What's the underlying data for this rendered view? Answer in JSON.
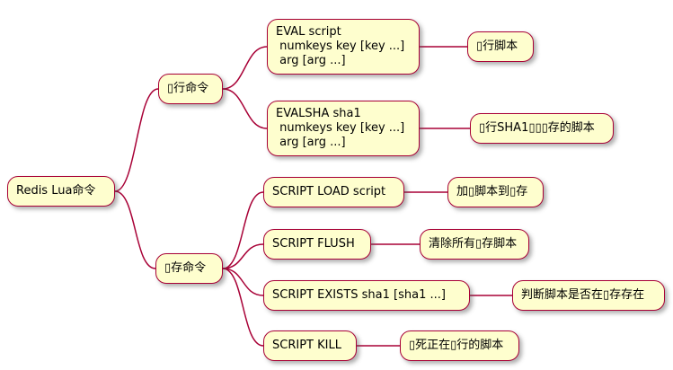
{
  "colors": {
    "node_fill": "#FEFECE",
    "node_border": "#A80036",
    "edge": "#A80036",
    "background": "#FFFFFF"
  },
  "diagram": {
    "type": "mindmap",
    "root": {
      "label": "Redis Lua命令"
    },
    "branches": [
      {
        "label": "▯行命令",
        "children": [
          {
            "command": "EVAL script\n numkeys key [key ...]\n arg [arg ...]",
            "description": "▯行脚本"
          },
          {
            "command": "EVALSHA sha1\n numkeys key [key ...]\n arg [arg ...]",
            "description": "▯行SHA1▯▯▯存的脚本"
          }
        ]
      },
      {
        "label": "▯存命令",
        "children": [
          {
            "command": "SCRIPT LOAD script",
            "description": "加▯脚本到▯存"
          },
          {
            "command": "SCRIPT FLUSH",
            "description": "清除所有▯存脚本"
          },
          {
            "command": "SCRIPT EXISTS sha1 [sha1 ...]",
            "description": "判断脚本是否在▯存存在"
          },
          {
            "command": "SCRIPT KILL",
            "description": "▯死正在▯行的脚本"
          }
        ]
      }
    ]
  }
}
